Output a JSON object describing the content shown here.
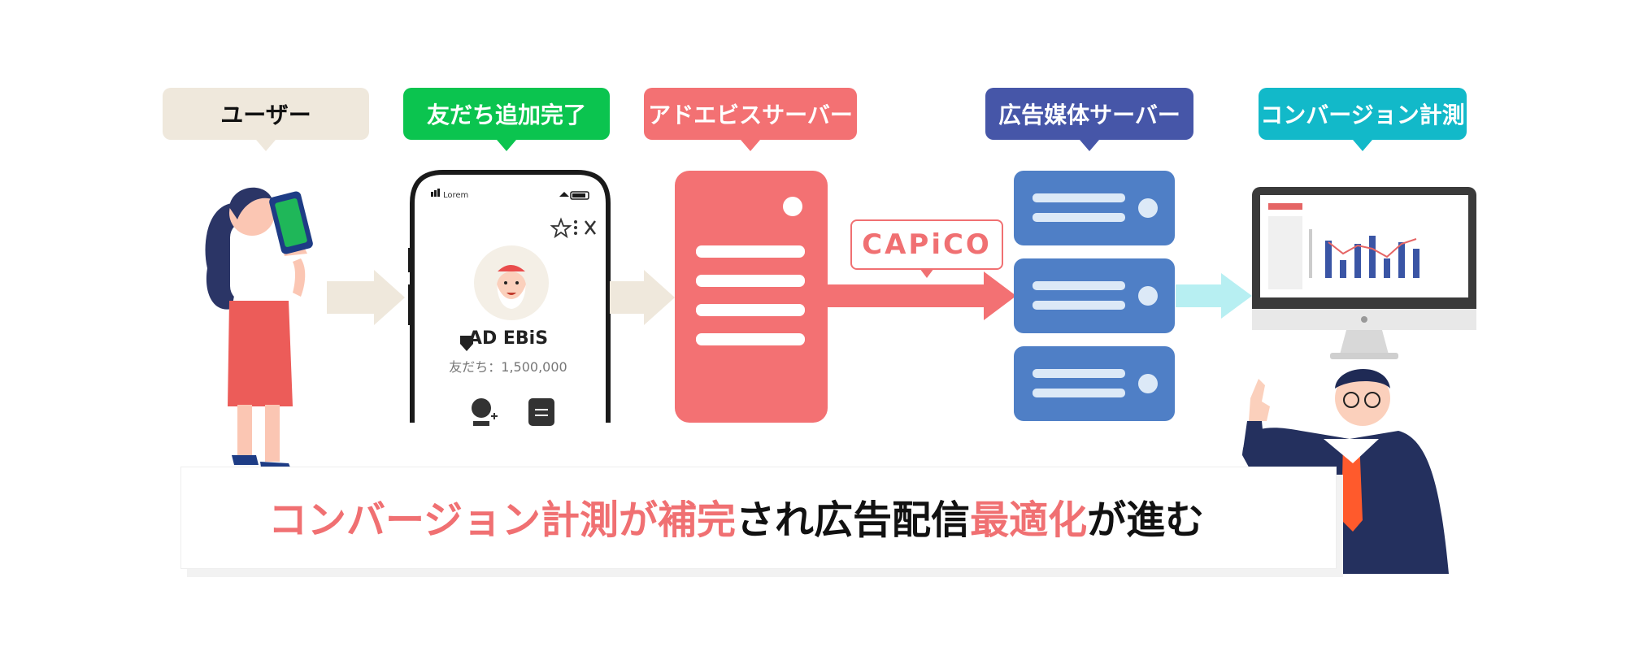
{
  "labels": {
    "user": "ユーザー",
    "friend_add": "友だち追加完了",
    "adebis_server": "アドエビスサーバー",
    "media_server": "広告媒体サーバー",
    "cv_measure": "コンバージョン計測"
  },
  "phone": {
    "carrier": "Lorem",
    "account_name": "AD EBiS",
    "friends_count": "友だち：1,500,000"
  },
  "capico": "CAPiCO",
  "caption": {
    "part1": "コンバージョン計測が補完",
    "part2": "され広告配信",
    "part3": "最適化",
    "part4": "が進む"
  },
  "colors": {
    "user": "#efe8dc",
    "friend_add": "#0bc44f",
    "adebis": "#f37173",
    "media": "#4656a8",
    "cv": "#12b9c9",
    "server_blue": "#4f7fc6",
    "arrow_beige": "#efe8dc",
    "arrow_cyan": "#b7eff2"
  },
  "icons": [
    "tablet-icon",
    "star-icon",
    "more-icon",
    "close-icon",
    "add-friend-icon",
    "menu-icon",
    "shield-icon"
  ]
}
